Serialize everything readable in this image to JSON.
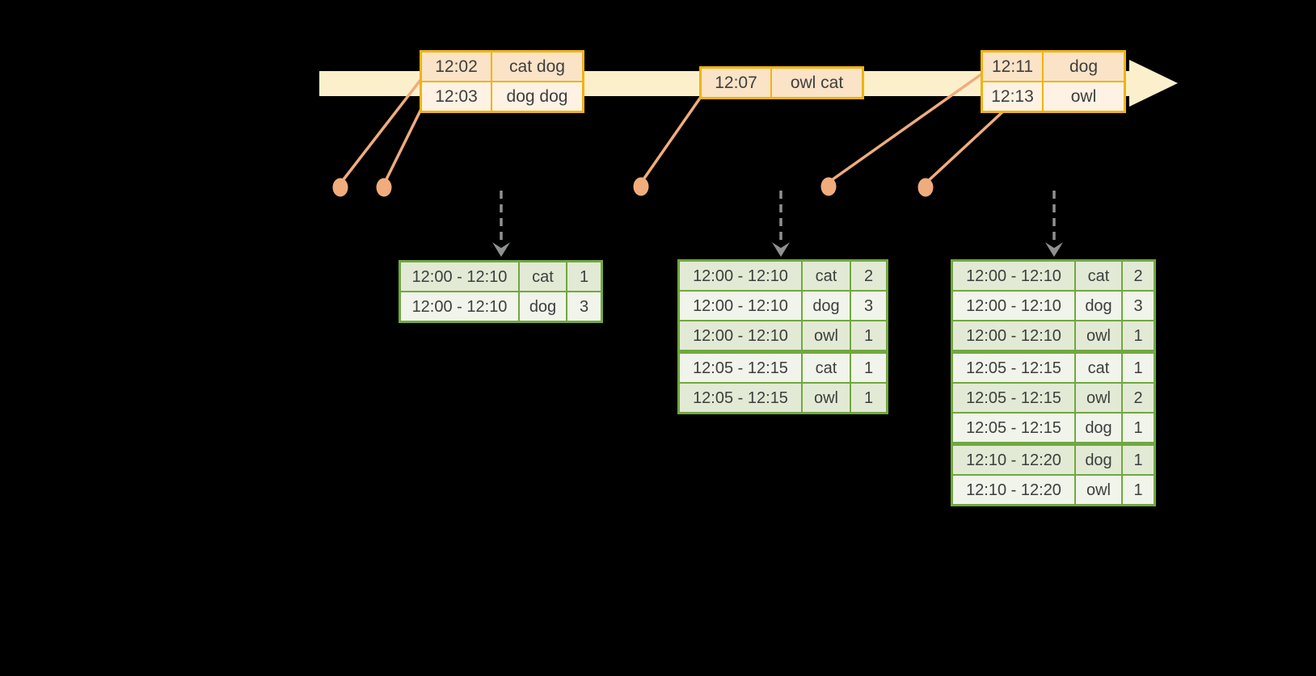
{
  "colors": {
    "background": "#000000",
    "timeline_band": "#FBF0CB",
    "event_border": "#F0B310",
    "event_row_dark": "#FAE3C6",
    "event_row_light": "#FDF2E3",
    "connector_orange": "#F0AC7C",
    "result_border": "#70A83F",
    "result_row_dark": "#E2EAD5",
    "result_row_light": "#F0F4EA",
    "trigger_arrow_gray": "#8F9191",
    "text": "#3E3E3E"
  },
  "event_tables": [
    {
      "rows": [
        [
          "12:02",
          "cat dog"
        ],
        [
          "12:03",
          "dog dog"
        ]
      ]
    },
    {
      "rows": [
        [
          "12:07",
          "owl cat"
        ]
      ]
    },
    {
      "rows": [
        [
          "12:11",
          "dog"
        ],
        [
          "12:13",
          "owl"
        ]
      ]
    }
  ],
  "result_tables": [
    {
      "rows": [
        [
          "12:00 - 12:10",
          "cat",
          "1"
        ],
        [
          "12:00 - 12:10",
          "dog",
          "3"
        ]
      ],
      "group_breaks": []
    },
    {
      "rows": [
        [
          "12:00 - 12:10",
          "cat",
          "2"
        ],
        [
          "12:00 - 12:10",
          "dog",
          "3"
        ],
        [
          "12:00 - 12:10",
          "owl",
          "1"
        ],
        [
          "12:05 - 12:15",
          "cat",
          "1"
        ],
        [
          "12:05 - 12:15",
          "owl",
          "1"
        ]
      ],
      "group_breaks": [
        3
      ]
    },
    {
      "rows": [
        [
          "12:00 - 12:10",
          "cat",
          "2"
        ],
        [
          "12:00 - 12:10",
          "dog",
          "3"
        ],
        [
          "12:00 - 12:10",
          "owl",
          "1"
        ],
        [
          "12:05 - 12:15",
          "cat",
          "1"
        ],
        [
          "12:05 - 12:15",
          "owl",
          "2"
        ],
        [
          "12:05 - 12:15",
          "dog",
          "1"
        ],
        [
          "12:10 - 12:20",
          "dog",
          "1"
        ],
        [
          "12:10 - 12:20",
          "owl",
          "1"
        ]
      ],
      "group_breaks": [
        3,
        6
      ]
    }
  ]
}
